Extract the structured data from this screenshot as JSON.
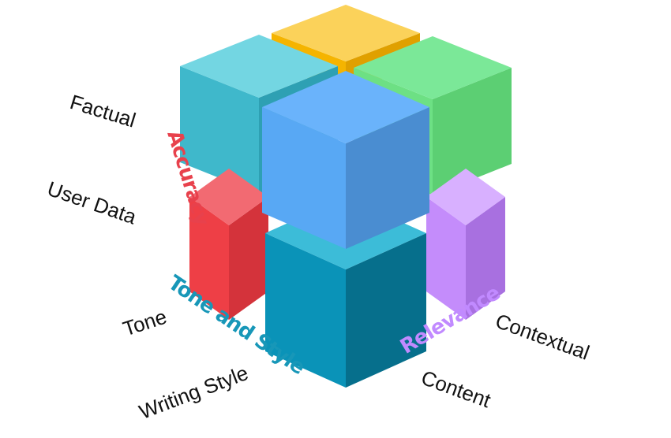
{
  "axes": {
    "accuracy": {
      "label": "Accuracy",
      "color": "#e8414c"
    },
    "tone_style": {
      "label": "Tone and Style",
      "color": "#1797b8"
    },
    "relevance": {
      "label": "Relevance",
      "color": "#c18aff"
    }
  },
  "labels": {
    "factual": "Factual",
    "user_data": "User Data",
    "tone": "Tone",
    "writing_style": "Writing Style",
    "contextual": "Contextual",
    "content": "Content"
  },
  "blocks": {
    "top_back": {
      "colors": {
        "top": "#fbd25a",
        "left": "#f5b400",
        "right": "#e0a000"
      }
    },
    "top_left": {
      "colors": {
        "top": "#73d6e2",
        "left": "#3fb8cb",
        "right": "#2ea0b3"
      }
    },
    "top_right": {
      "colors": {
        "top": "#7be898",
        "left": "#6de084",
        "right": "#5ccf73"
      }
    },
    "top_front": {
      "colors": {
        "top": "#6ab3fb",
        "left": "#58a8f4",
        "right": "#4a8dd1"
      }
    },
    "bottom_left": {
      "colors": {
        "top": "#f26a72",
        "left": "#ee3f46",
        "right": "#d4333b"
      }
    },
    "bottom_right": {
      "colors": {
        "top": "#d8b0ff",
        "left": "#c48cfb",
        "right": "#a870e0"
      }
    },
    "bottom_front": {
      "colors": {
        "top": "#3cbcd8",
        "left": "#0a93b8",
        "right": "#066f8c"
      }
    }
  }
}
